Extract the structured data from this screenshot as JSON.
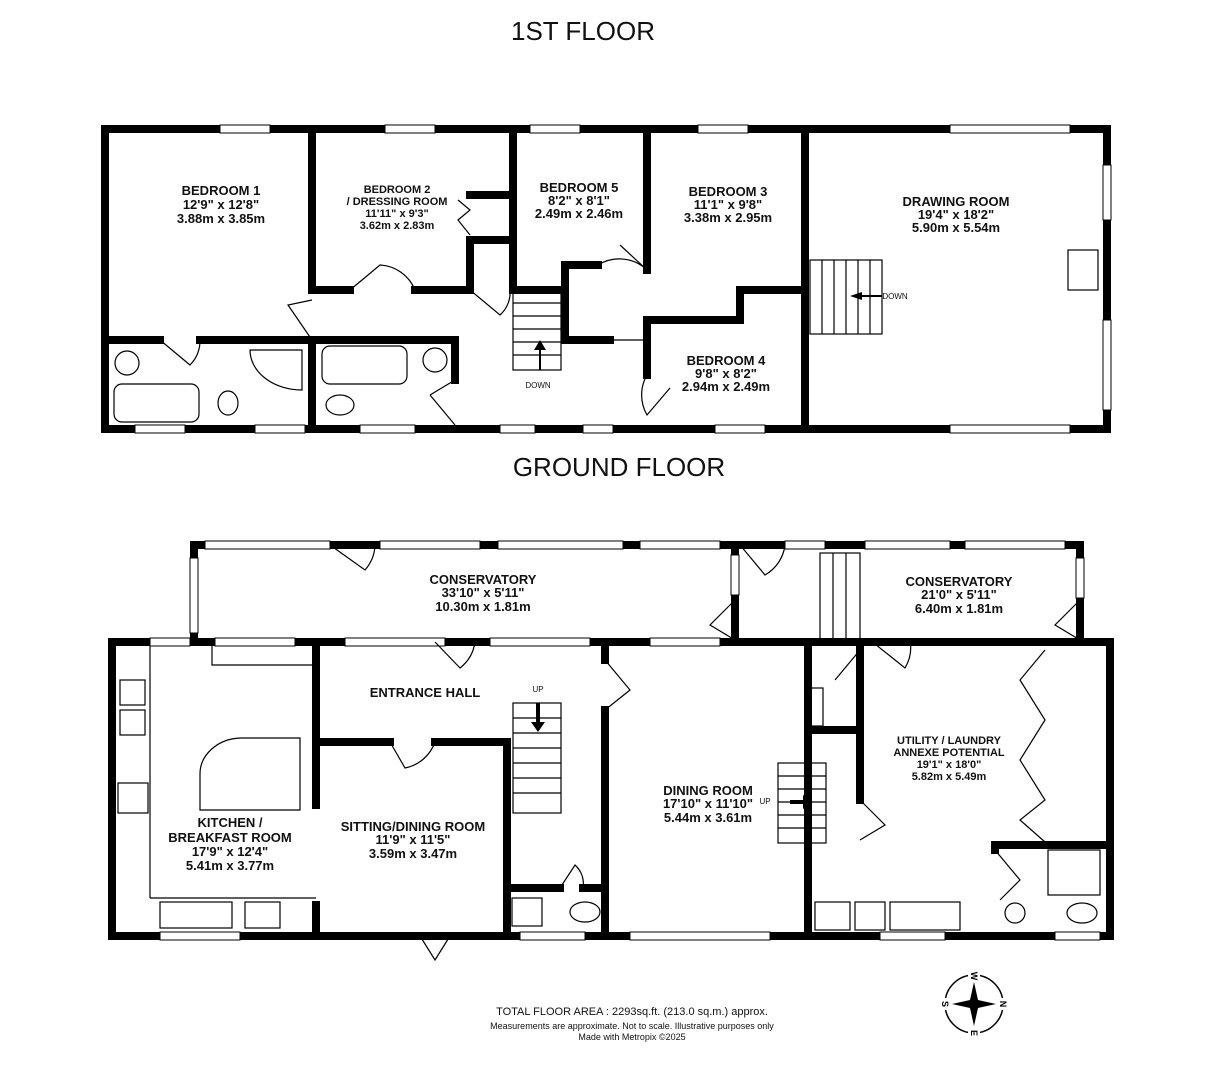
{
  "floors": {
    "first": {
      "title": "1ST FLOOR",
      "rooms": [
        {
          "name": "BEDROOM 1",
          "imperial": "12'9\"  x 12'8\"",
          "metric": "3.88m  x 3.85m"
        },
        {
          "name": "BEDROOM 2",
          "name2": "/ DRESSING ROOM",
          "imperial": "11'11\"  x 9'3\"",
          "metric": "3.62m  x 2.83m"
        },
        {
          "name": "BEDROOM 5",
          "imperial": "8'2\"  x 8'1\"",
          "metric": "2.49m  x 2.46m"
        },
        {
          "name": "BEDROOM 3",
          "imperial": "11'1\"  x 9'8\"",
          "metric": "3.38m  x 2.95m"
        },
        {
          "name": "DRAWING ROOM",
          "imperial": "19'4\"  x 18'2\"",
          "metric": "5.90m  x 5.54m"
        },
        {
          "name": "BEDROOM 4",
          "imperial": "9'8\"  x 8'2\"",
          "metric": "2.94m  x 2.49m"
        }
      ],
      "stair_labels": [
        "DOWN",
        "DOWN"
      ]
    },
    "ground": {
      "title": "GROUND FLOOR",
      "rooms": [
        {
          "name": "CONSERVATORY",
          "imperial": "33'10\"  x 5'11\"",
          "metric": "10.30m  x 1.81m"
        },
        {
          "name": "CONSERVATORY",
          "imperial": "21'0\"  x 5'11\"",
          "metric": "6.40m  x 1.81m"
        },
        {
          "name": "ENTRANCE HALL"
        },
        {
          "name": "KITCHEN /",
          "name2": "BREAKFAST ROOM",
          "imperial": "17'9\"  x 12'4\"",
          "metric": "5.41m  x 3.77m"
        },
        {
          "name": "SITTING/DINING ROOM",
          "imperial": "11'9\"  x 11'5\"",
          "metric": "3.59m  x 3.47m"
        },
        {
          "name": "DINING ROOM",
          "imperial": "17'10\"  x 11'10\"",
          "metric": "5.44m  x 3.61m"
        },
        {
          "name": "UTILITY / LAUNDRY",
          "name2": "ANNEXE POTENTIAL",
          "imperial": "19'1\"  x 18'0\"",
          "metric": "5.82m  x 5.49m"
        }
      ],
      "stair_labels": [
        "UP",
        "UP"
      ]
    }
  },
  "footer": {
    "total": "TOTAL FLOOR AREA : 2293sq.ft. (213.0 sq.m.) approx.",
    "disclaimer": "Measurements are approximate.  Not to scale.  Illustrative purposes only",
    "credit": "Made with Metropix ©2025"
  },
  "compass": {
    "n": "N",
    "e": "E",
    "s": "S",
    "w": "W"
  }
}
